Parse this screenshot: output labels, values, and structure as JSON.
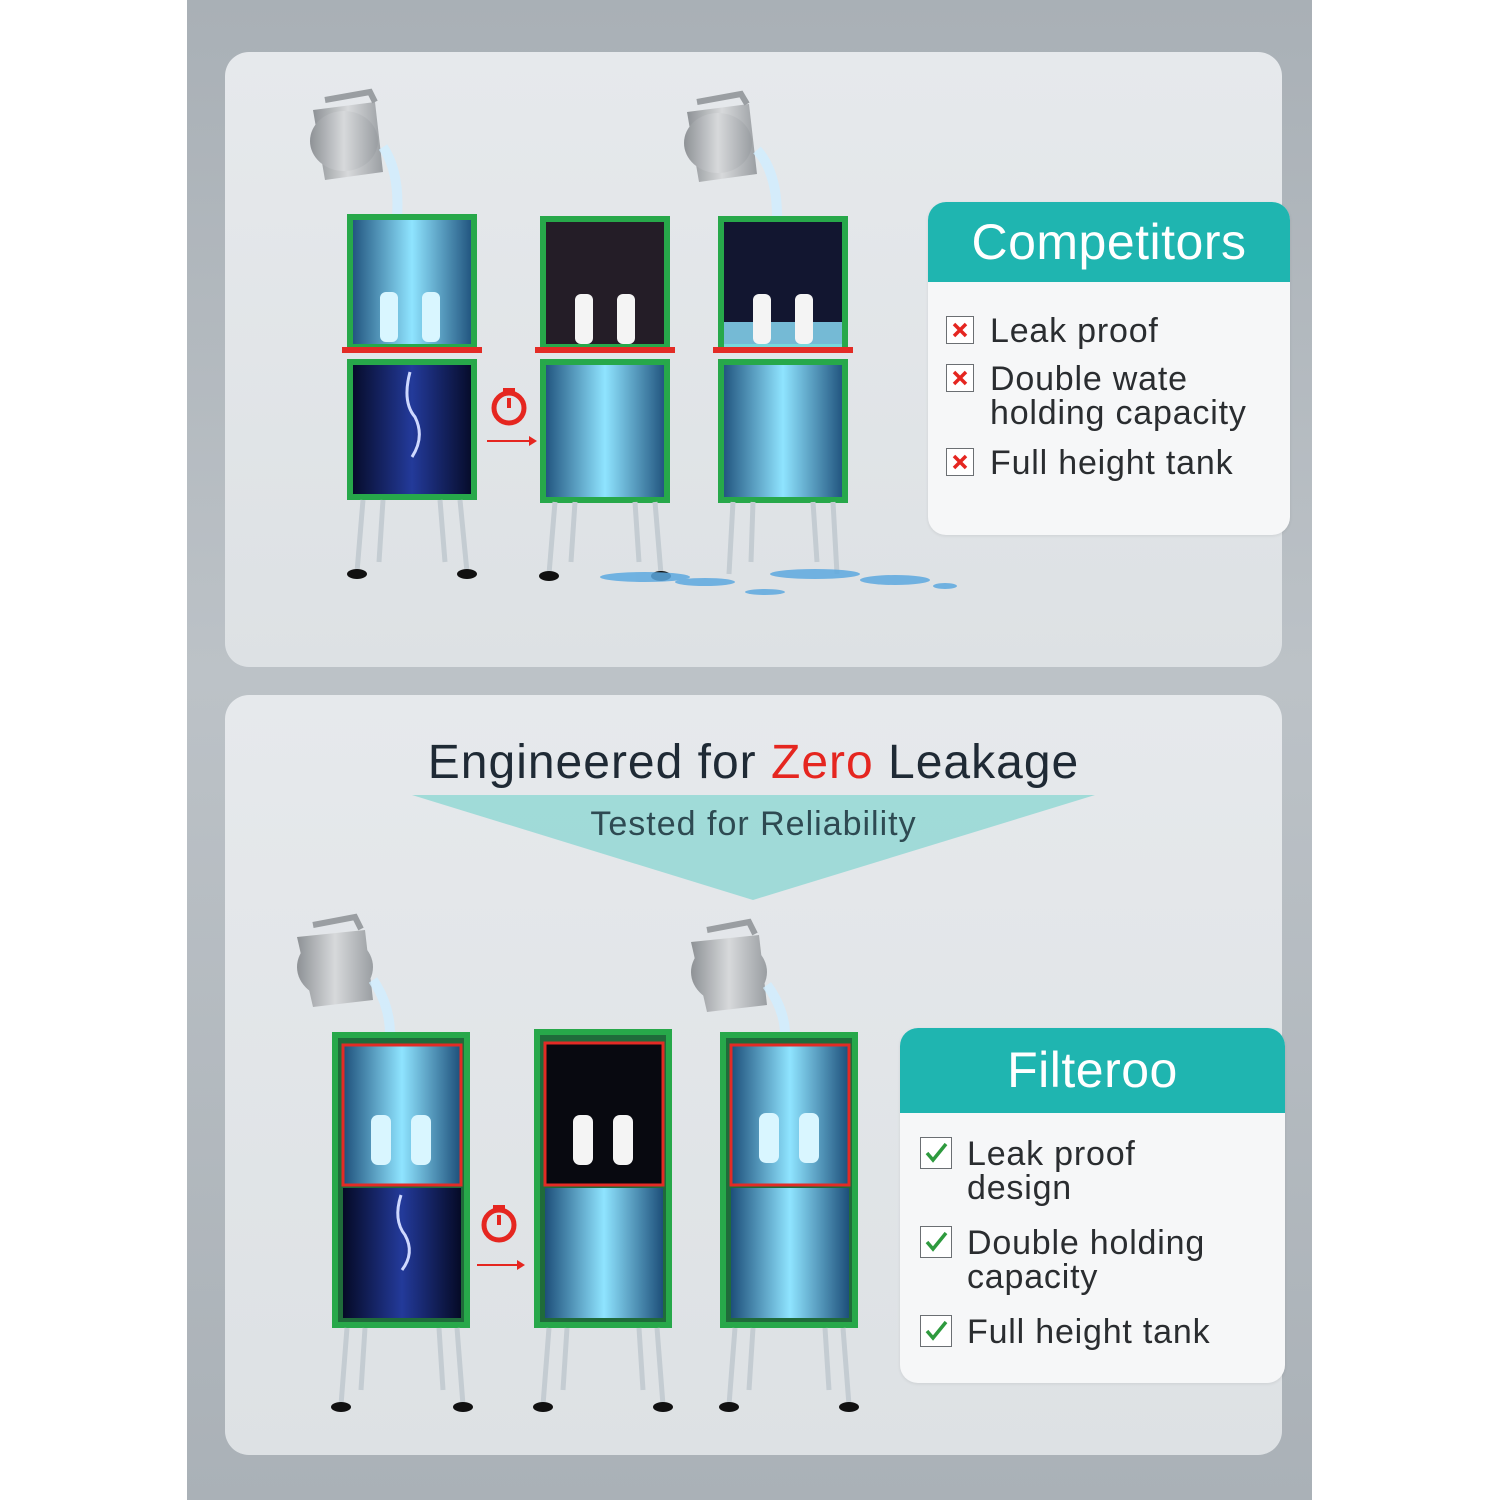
{
  "competitors": {
    "title": "Competitors",
    "items": [
      {
        "text": "Leak proof",
        "status": "cross"
      },
      {
        "text": "Double wate holding capacity",
        "status": "cross"
      },
      {
        "text": "Full height tank",
        "status": "cross"
      }
    ]
  },
  "headline": {
    "prefix": "Engineered for ",
    "accent": "Zero",
    "suffix": " Leakage",
    "subtitle": "Tested for Reliability"
  },
  "filteroo": {
    "title": "Filteroo",
    "items": [
      {
        "text": "Leak proof design",
        "status": "check"
      },
      {
        "text": "Double holding capacity",
        "status": "check"
      },
      {
        "text": "Full height tank",
        "status": "check"
      }
    ]
  },
  "colors": {
    "brand_teal": "#1fb5b0",
    "accent_red": "#e52620",
    "frame_green": "#27a84a",
    "seal_red": "#e32b25"
  }
}
